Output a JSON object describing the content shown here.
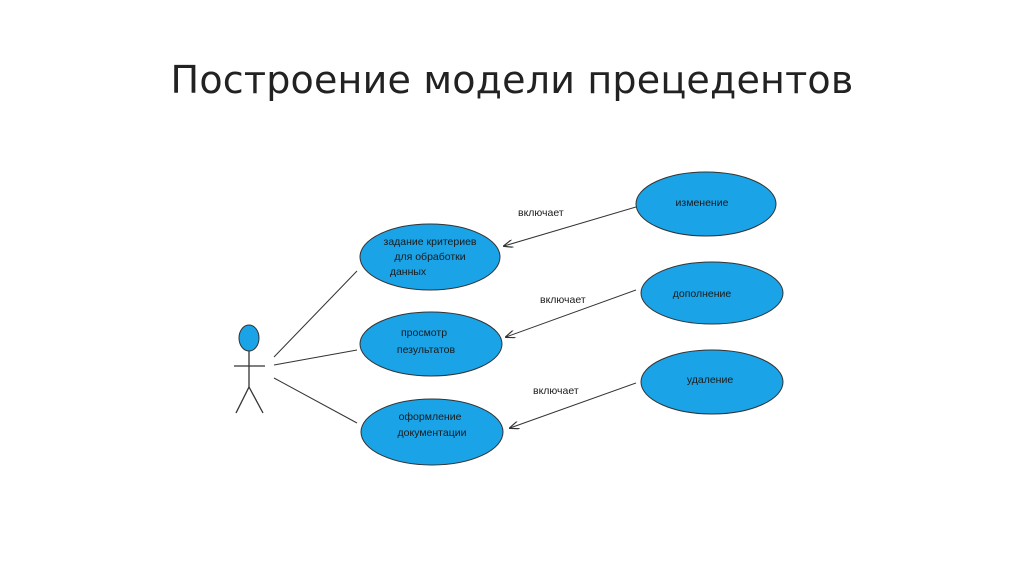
{
  "slide": {
    "title": "Построение модели прецедентов"
  },
  "colors": {
    "usecase_fill": "#1aa3e6",
    "line": "#333333",
    "text": "#1a1a1a"
  },
  "diagram": {
    "actor": {
      "icon": "stick-figure-actor"
    },
    "use_cases": {
      "criteria": {
        "lines": [
          "задание критериев",
          "для обработки",
          "данных"
        ]
      },
      "view": {
        "lines": [
          "просмотр",
          "пезультатов"
        ]
      },
      "docs": {
        "lines": [
          "оформление",
          "документации"
        ]
      },
      "change": {
        "lines": [
          "изменение"
        ]
      },
      "add": {
        "lines": [
          "дополнение"
        ]
      },
      "delete": {
        "lines": [
          "удаление"
        ]
      }
    },
    "relations": {
      "r1": "включает",
      "r2": "включает",
      "r3": "включает"
    }
  }
}
